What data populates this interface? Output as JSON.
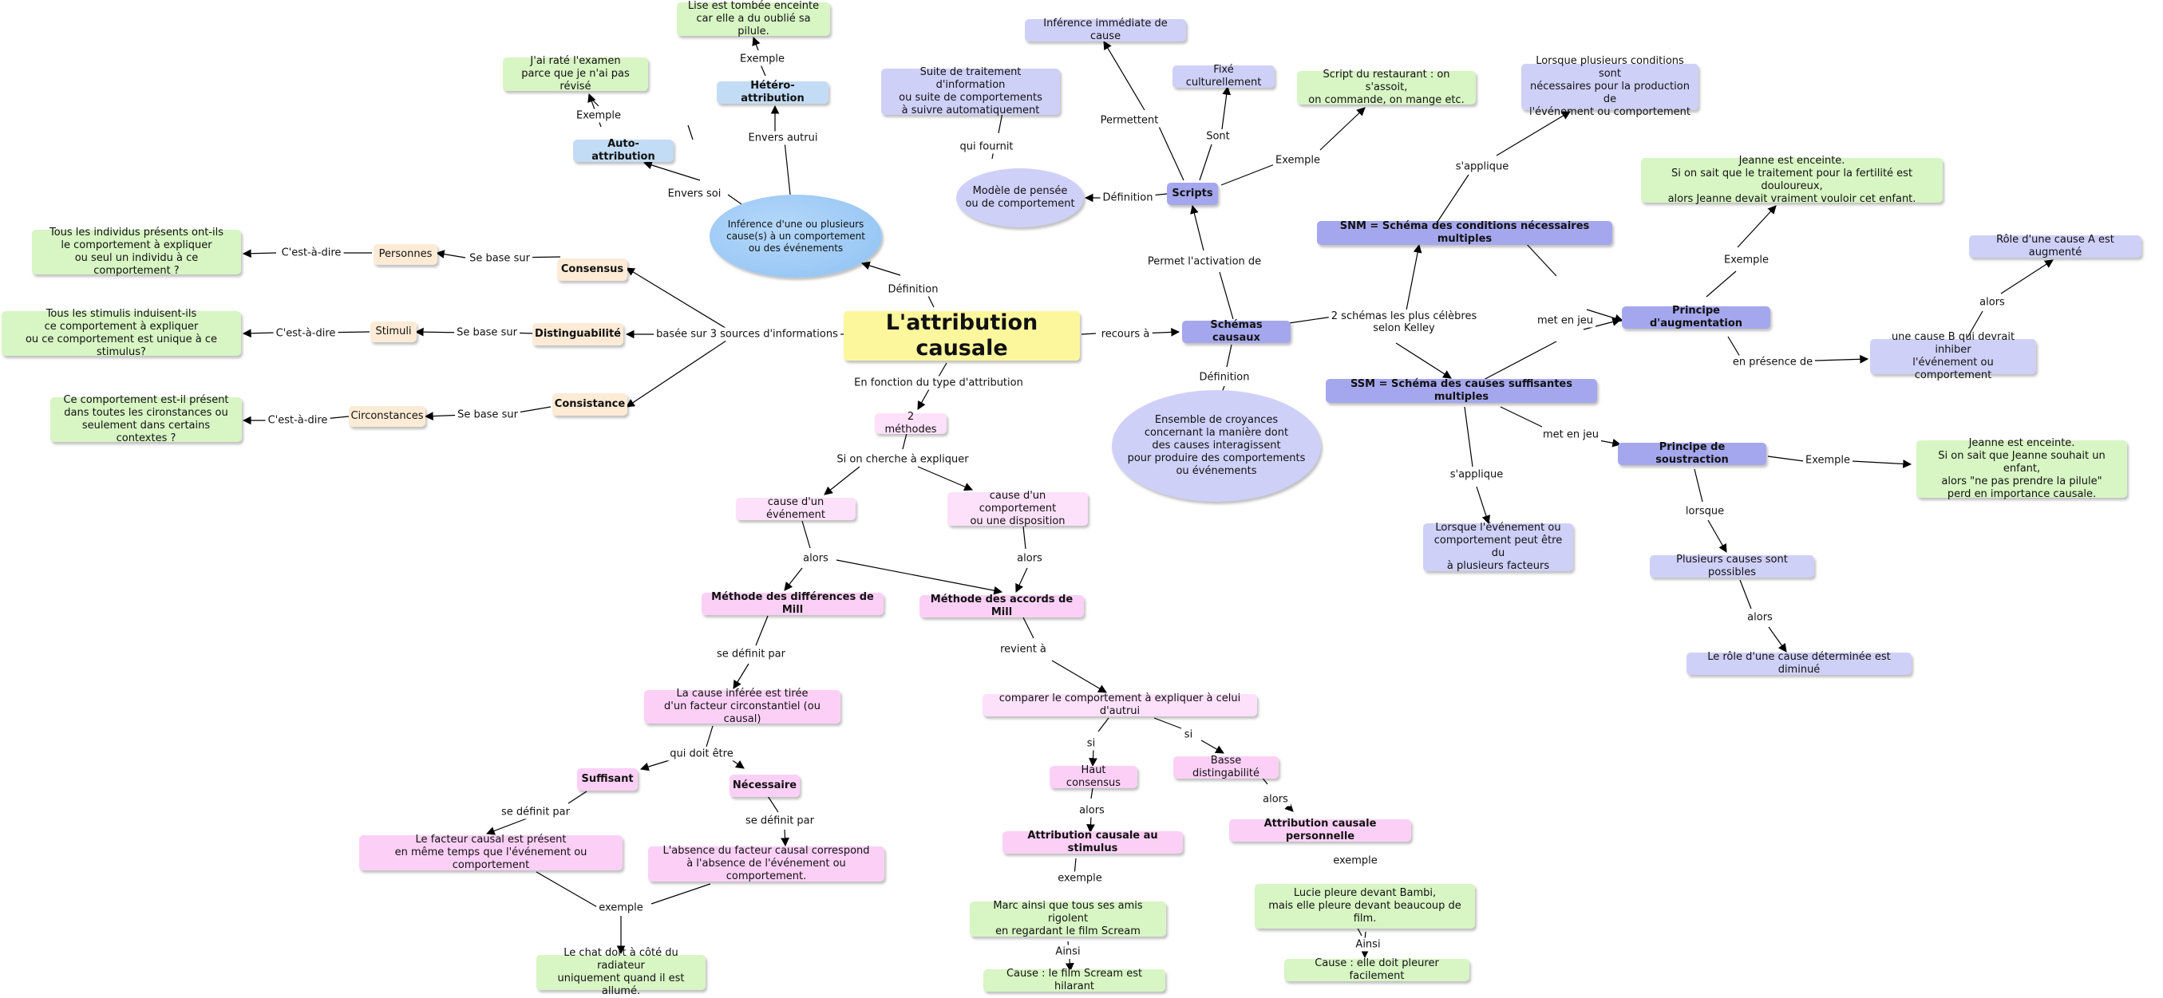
{
  "nodes": {
    "center": "L'attribution causale",
    "inference": "Inférence d'une ou plusieurs\ncause(s) à un comportement\nou des événements",
    "hetero": "Hétéro-attribution",
    "lise": "Lise est tombée enceinte\ncar elle a du oublié sa pilule.",
    "auto": "Auto-attribution",
    "examen": "J'ai raté l'examen\nparce que je n'ai pas révisé",
    "consensus": "Consensus",
    "distinct": "Distinguabilité",
    "consist": "Consistance",
    "personnes": "Personnes",
    "stimuli": "Stimuli",
    "circonst": "Circonstances",
    "q_consensus": "Tous les individus présents ont-ils\nle comportement à expliquer\nou seul un individu à ce comportement ?",
    "q_distinct": "Tous les stimulis induisent-ils\nce comportement à expliquer\nou ce comportement est unique à ce stimulus?",
    "q_consist": "Ce comportement est-il présent\ndans toutes les cironstances ou\nseulement dans certains contextes ?",
    "methodes": "2 méthodes",
    "evenement": "cause d'un événement",
    "comportement": "cause d'un comportement\nou une disposition",
    "diff": "Méthode des différences de Mill",
    "accords": "Méthode des accords de Mill",
    "inferee": "La cause inférée est tirée\nd'un facteur circonstantiel (ou causal)",
    "suffisant": "Suffisant",
    "necessaire": "Nécessaire",
    "present": "Le facteur causal est présent\nen même temps que l'événement ou comportement",
    "absence": "L'absence du facteur causal correspond\nà l'absence de l'événement ou comportement.",
    "chat": "Le chat dort à côté du radiateur\nuniquement quand il est allumé.",
    "comparer": "comparer le comportement à expliquer à celui d'autrui",
    "haut": "Haut consensus",
    "basse": "Basse distingabilité",
    "attr_stim": "Attribution causale au stimulus",
    "attr_pers": "Attribution causale personnelle",
    "marc": "Marc ainsi que tous ses amis rigolent\nen regardant le film Scream",
    "scream": "Cause : le film Scream est hilarant",
    "lucie": "Lucie pleure devant Bambi,\nmais elle pleure devant beaucoup de film.",
    "pleurer": "Cause : elle doit pleurer facilement",
    "schemas": "Schémas causaux",
    "ensemble": "Ensemble de croyances\nconcernant la manière dont\ndes causes interagissent\npour produire des comportements\nou événements",
    "scripts": "Scripts",
    "modele": "Modèle de pensée\nou de comportement",
    "suite": "Suite de traitement d'information\nou suite de comportements\nà suivre automatiquement",
    "immediate": "Inférence immédiate de cause",
    "fixe": "Fixé culturellement",
    "restaurant": "Script du restaurant : on s'assoit,\non commande, on mange etc.",
    "snm": "SNM = Schéma des conditions nécessaires multiples",
    "ssm": "SSM = Schéma des causes suffisantes multiples",
    "plusieurs_cond": "Lorsque plusieurs conditions sont\nnécessaires pour la production de\nl'événement ou comportement",
    "augmentation": "Principe d'augmentation",
    "jeanne1": "Jeanne est enceinte.\nSi on sait que le traitement pour la fertilité est douloureux,\nalors Jeanne devait vraiment vouloir cet enfant.",
    "cause_b": "une cause B qui devrait inhiber\nl'événement ou comportement",
    "role_a": "Rôle d'une cause A est augmenté",
    "soustraction": "Principe de soustraction",
    "jeanne2": "Jeanne est enceinte.\nSi on sait que Jeanne souhait un enfant,\nalors \"ne pas prendre la pilule\"\nperd en importance causale.",
    "lorsque_evt": "Lorsque l'événement ou\ncomportement peut être du\nà plusieurs facteurs",
    "plusieurs_causes": "Plusieurs causes sont possibles",
    "role_diminue": "Le rôle d'une cause déterminée est diminué"
  },
  "links": {
    "definition_inf": "Définition",
    "envers_autrui": "Envers autrui",
    "exemple_hetero": "Exemple",
    "envers_soi": "Envers soi",
    "exemple_auto": "Exemple",
    "basee": "basée sur 3 sources d'informations",
    "sebase1": "Se base sur",
    "sebase2": "Se base sur",
    "sebase3": "Se base sur",
    "cad1": "C'est-à-dire",
    "cad2": "C'est-à-dire",
    "cad3": "C'est-à-dire",
    "fonction": "En fonction du type d'attribution",
    "si_cherche": "Si on cherche à expliquer",
    "alors_evt": "alors",
    "alors_comp": "alors",
    "se_definit": "se définit par",
    "qui_doit": "qui doit être",
    "se_def_suff": "se définit par",
    "se_def_nec": "se définit par",
    "exemple_chat": "exemple",
    "revient": "revient à",
    "si1": "si",
    "si2": "si",
    "alors_haut": "alors",
    "alors_basse": "alors",
    "exemple_marc": "exemple",
    "ainsi_marc": "Ainsi",
    "exemple_lucie": "exemple",
    "ainsi_lucie": "Ainsi",
    "recours": "recours à",
    "definition_sch": "Définition",
    "permet": "Permet l'activation de",
    "definition_scr": "Définition",
    "qui_fournit": "qui fournit",
    "permettent": "Permettent",
    "sont": "Sont",
    "exemple_scr": "Exemple",
    "kelley": "2 schémas les plus célèbres\nselon Kelley",
    "sapplique_snm": "s'applique",
    "met_jeu_snm": "met en jeu",
    "met_jeu_ssm": "met en jeu",
    "sapplique_ssm": "s'applique",
    "exemple_aug": "Exemple",
    "presence": "en présence de",
    "alors_b": "alors",
    "exemple_sous": "Exemple",
    "lorsque": "lorsque",
    "alors_pc": "alors"
  }
}
